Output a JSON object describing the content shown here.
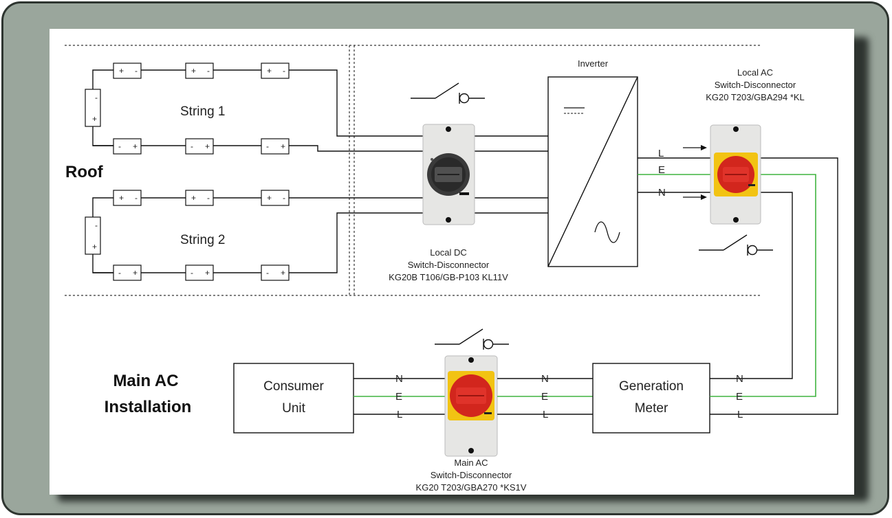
{
  "labels": {
    "roof": "Roof",
    "string1": "String 1",
    "string2": "String 2",
    "inverter": "Inverter",
    "local_dc": [
      "Local DC",
      "Switch-Disconnector",
      "KG20B T106/GB-P103 KL11V"
    ],
    "local_ac": [
      "Local AC",
      "Switch-Disconnector",
      "KG20 T203/GBA294 *KL"
    ],
    "main_ac_switch": [
      "Main AC",
      "Switch-Disconnector",
      "KG20 T203/GBA270 *KS1V"
    ],
    "main_ac_install": [
      "Main AC",
      "Installation"
    ],
    "consumer_unit": [
      "Consumer",
      "Unit"
    ],
    "generation_meter": [
      "Generation",
      "Meter"
    ],
    "inverter_ac_lines": [
      "L",
      "E",
      "N"
    ],
    "main_lines": [
      "N",
      "E",
      "L"
    ],
    "plus": "+",
    "minus": "-"
  },
  "colors": {
    "earth_wire": "#3fb43f",
    "frame": "#9aa69c",
    "switch_red": "#d2261d",
    "switch_yellow": "#f2c313",
    "switch_black": "#2a2a2a"
  },
  "icons": {
    "dc_switch": "rotary-isolator-black",
    "ac_switch": "rotary-isolator-red-yellow",
    "switch_symbol": "switch-disconnector-symbol"
  }
}
